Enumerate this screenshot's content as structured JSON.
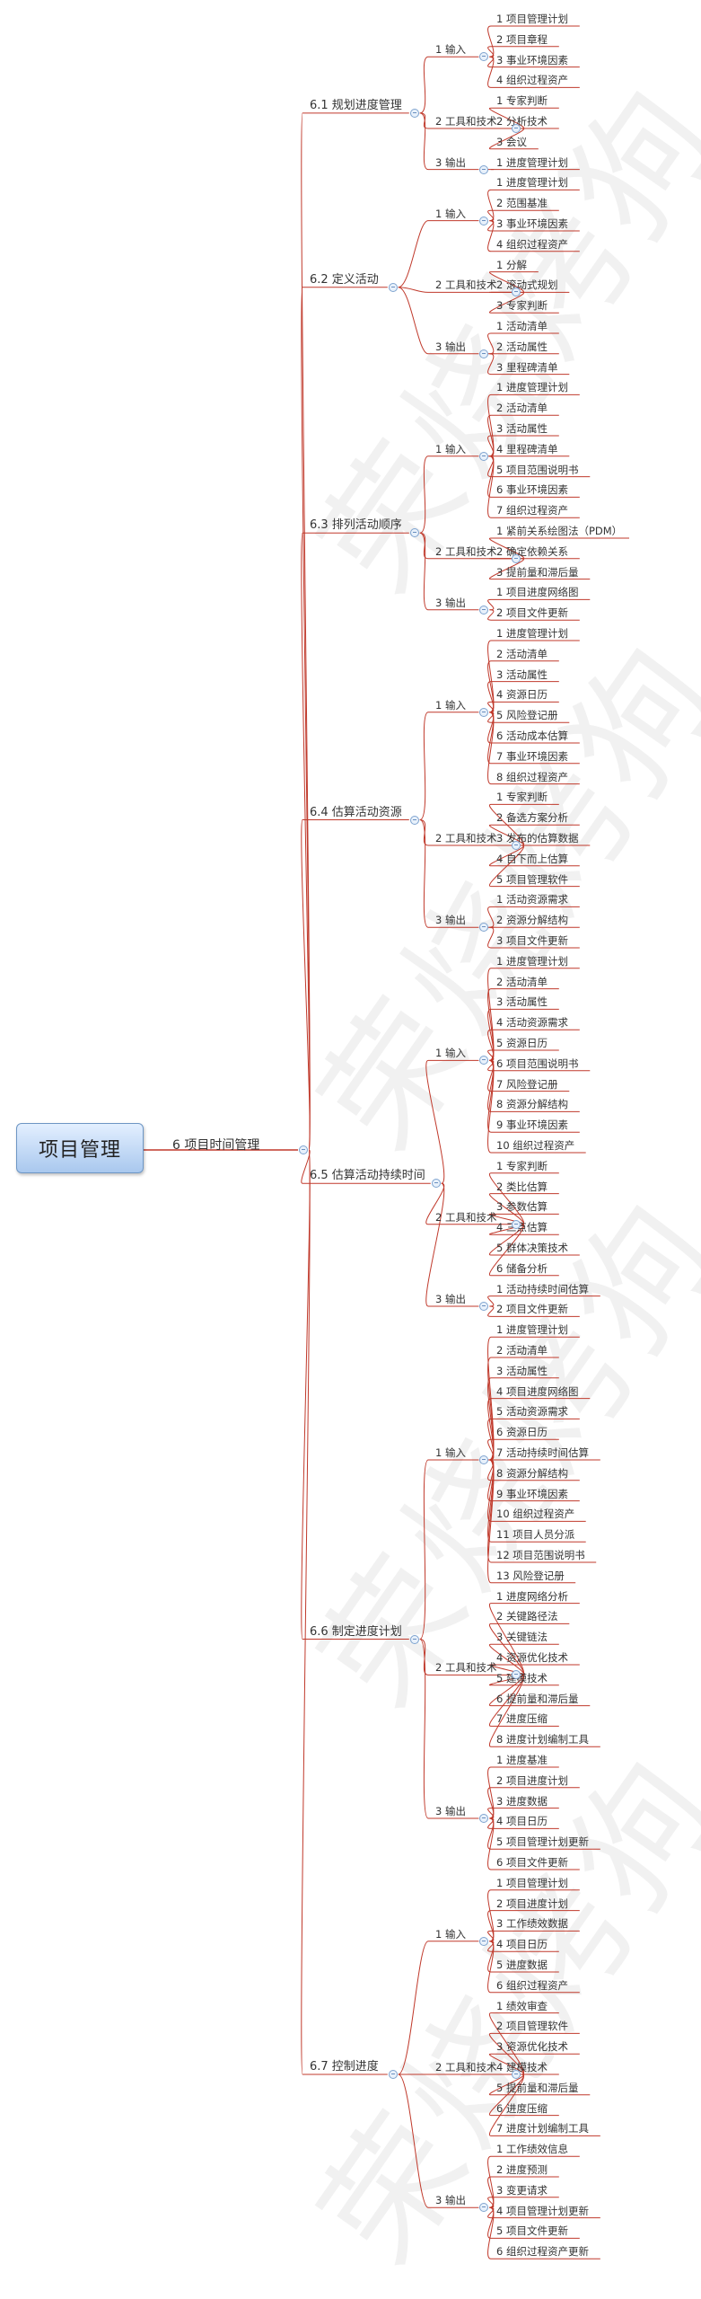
{
  "watermark": "荣烧烤狗",
  "colors": {
    "branch": "#c0392b",
    "root_fill_top": "#e3efff",
    "root_fill_bottom": "#a9c8ee",
    "collapse_btn": "#7ea3cf"
  },
  "root": "项目管理",
  "main": "6 项目时间管理",
  "processes": [
    {
      "label": "6.1 规划进度管理",
      "groups": [
        {
          "label": "1 输入",
          "items": [
            "1 项目管理计划",
            "2 项目章程",
            "3 事业环境因素",
            "4 组织过程资产"
          ]
        },
        {
          "label": "2 工具和技术",
          "items": [
            "1 专家判断",
            "2 分析技术",
            "3 会议"
          ]
        },
        {
          "label": "3 输出",
          "items": [
            "1 进度管理计划"
          ]
        }
      ]
    },
    {
      "label": "6.2 定义活动",
      "groups": [
        {
          "label": "1 输入",
          "items": [
            "1 进度管理计划",
            "2 范围基准",
            "3 事业环境因素",
            "4 组织过程资产"
          ]
        },
        {
          "label": "2 工具和技术",
          "items": [
            "1 分解",
            "2 滚动式规划",
            "3 专家判断"
          ]
        },
        {
          "label": "3 输出",
          "items": [
            "1 活动清单",
            "2 活动属性",
            "3 里程碑清单"
          ]
        }
      ]
    },
    {
      "label": "6.3 排列活动顺序",
      "groups": [
        {
          "label": "1 输入",
          "items": [
            "1 进度管理计划",
            "2 活动清单",
            "3 活动属性",
            "4 里程碑清单",
            "5 项目范围说明书",
            "6 事业环境因素",
            "7 组织过程资产"
          ]
        },
        {
          "label": "2 工具和技术",
          "items": [
            "1 紧前关系绘图法（PDM）",
            "2 确定依赖关系",
            "3 提前量和滞后量"
          ]
        },
        {
          "label": "3 输出",
          "items": [
            "1 项目进度网络图",
            "2 项目文件更新"
          ]
        }
      ]
    },
    {
      "label": "6.4 估算活动资源",
      "groups": [
        {
          "label": "1 输入",
          "items": [
            "1 进度管理计划",
            "2 活动清单",
            "3 活动属性",
            "4 资源日历",
            "5 风险登记册",
            "6 活动成本估算",
            "7 事业环境因素",
            "8 组织过程资产"
          ]
        },
        {
          "label": "2 工具和技术",
          "items": [
            "1 专家判断",
            "2 备选方案分析",
            "3 发布的估算数据",
            "4 自下而上估算",
            "5 项目管理软件"
          ]
        },
        {
          "label": "3 输出",
          "items": [
            "1 活动资源需求",
            "2 资源分解结构",
            "3 项目文件更新"
          ]
        }
      ]
    },
    {
      "label": "6.5 估算活动持续时间",
      "groups": [
        {
          "label": "1 输入",
          "items": [
            "1 进度管理计划",
            "2 活动清单",
            "3 活动属性",
            "4 活动资源需求",
            "5 资源日历",
            "6 项目范围说明书",
            "7 风险登记册",
            "8 资源分解结构",
            "9 事业环境因素",
            "10 组织过程资产"
          ]
        },
        {
          "label": "2 工具和技术",
          "items": [
            "1 专家判断",
            "2 类比估算",
            "3 参数估算",
            "4 三点估算",
            "5 群体决策技术",
            "6 储备分析"
          ]
        },
        {
          "label": "3 输出",
          "items": [
            "1 活动持续时间估算",
            "2 项目文件更新"
          ]
        }
      ]
    },
    {
      "label": "6.6 制定进度计划",
      "groups": [
        {
          "label": "1 输入",
          "items": [
            "1 进度管理计划",
            "2 活动清单",
            "3 活动属性",
            "4 项目进度网络图",
            "5 活动资源需求",
            "6 资源日历",
            "7 活动持续时间估算",
            "8 资源分解结构",
            "9 事业环境因素",
            "10 组织过程资产",
            "11 项目人员分派",
            "12 项目范围说明书",
            "13 风险登记册"
          ]
        },
        {
          "label": "2 工具和技术",
          "items": [
            "1 进度网络分析",
            "2 关键路径法",
            "3 关键链法",
            "4 资源优化技术",
            "5 建模技术",
            "6 提前量和滞后量",
            "7 进度压缩",
            "8 进度计划编制工具"
          ]
        },
        {
          "label": "3 输出",
          "items": [
            "1 进度基准",
            "2 项目进度计划",
            "3 进度数据",
            "4 项目日历",
            "5 项目管理计划更新",
            "6 项目文件更新"
          ]
        }
      ]
    },
    {
      "label": "6.7 控制进度",
      "groups": [
        {
          "label": "1 输入",
          "items": [
            "1 项目管理计划",
            "2 项目进度计划",
            "3 工作绩效数据",
            "4 项目日历",
            "5 进度数据",
            "6 组织过程资产"
          ]
        },
        {
          "label": "2 工具和技术",
          "items": [
            "1 绩效审查",
            "2 项目管理软件",
            "3 资源优化技术",
            "4 建模技术",
            "5 提前量和滞后量",
            "6 进度压缩",
            "7 进度计划编制工具"
          ]
        },
        {
          "label": "3 输出",
          "items": [
            "1 工作绩效信息",
            "2 进度预测",
            "3 变更请求",
            "4 项目管理计划更新",
            "5 项目文件更新",
            "6 组织过程资产更新"
          ]
        }
      ]
    }
  ]
}
